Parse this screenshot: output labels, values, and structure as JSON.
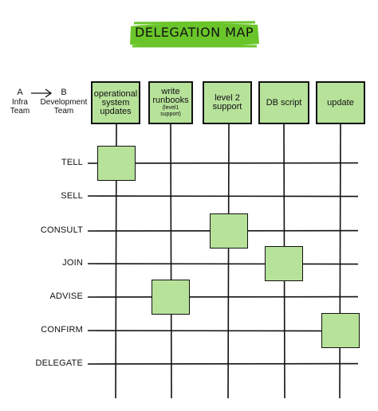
{
  "title": "DELEGATION MAP",
  "legend": {
    "from_letter": "A",
    "to_letter": "B",
    "from_team": "Infra\nTeam",
    "to_team": "Development\nTeam"
  },
  "columns": [
    {
      "label": "operational system updates",
      "sub": ""
    },
    {
      "label": "write runbooks",
      "sub": "(level1 support)"
    },
    {
      "label": "level 2 support",
      "sub": ""
    },
    {
      "label": "DB script",
      "sub": ""
    },
    {
      "label": "update",
      "sub": ""
    }
  ],
  "rows": [
    "TELL",
    "SELL",
    "CONSULT",
    "JOIN",
    "ADVISE",
    "CONFIRM",
    "DELEGATE"
  ],
  "assignments": [
    {
      "column": "operational system updates",
      "level": "TELL"
    },
    {
      "column": "write runbooks",
      "level": "ADVISE"
    },
    {
      "column": "level 2 support",
      "level": "CONSULT"
    },
    {
      "column": "DB script",
      "level": "JOIN"
    },
    {
      "column": "update",
      "level": "CONFIRM"
    }
  ],
  "colors": {
    "accent": "#6ac52a",
    "box_fill": "#b7e29a",
    "ink": "#111111"
  }
}
